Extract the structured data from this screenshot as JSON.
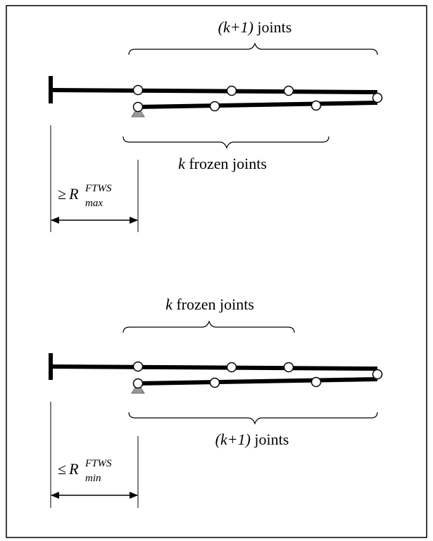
{
  "top_panel": {
    "upper_brace_label": {
      "italic": "(k+1)",
      "rest": " joints"
    },
    "lower_brace_label": {
      "italic": "k",
      "rest": " frozen joints"
    },
    "distance_label": {
      "relation": "≥",
      "symbol": "R",
      "superscript": "FTWS",
      "subscript": "max"
    }
  },
  "bottom_panel": {
    "upper_brace_label": {
      "italic": "k",
      "rest": " frozen joints"
    },
    "lower_brace_label": {
      "italic": "(k+1)",
      "rest": " joints"
    },
    "distance_label": {
      "relation": "≤",
      "symbol": "R",
      "superscript": "FTWS",
      "subscript": "min"
    }
  },
  "colors": {
    "line": "#000000",
    "joint_fill": "#ffffff",
    "base_support": "#999999",
    "border": "#000000"
  }
}
